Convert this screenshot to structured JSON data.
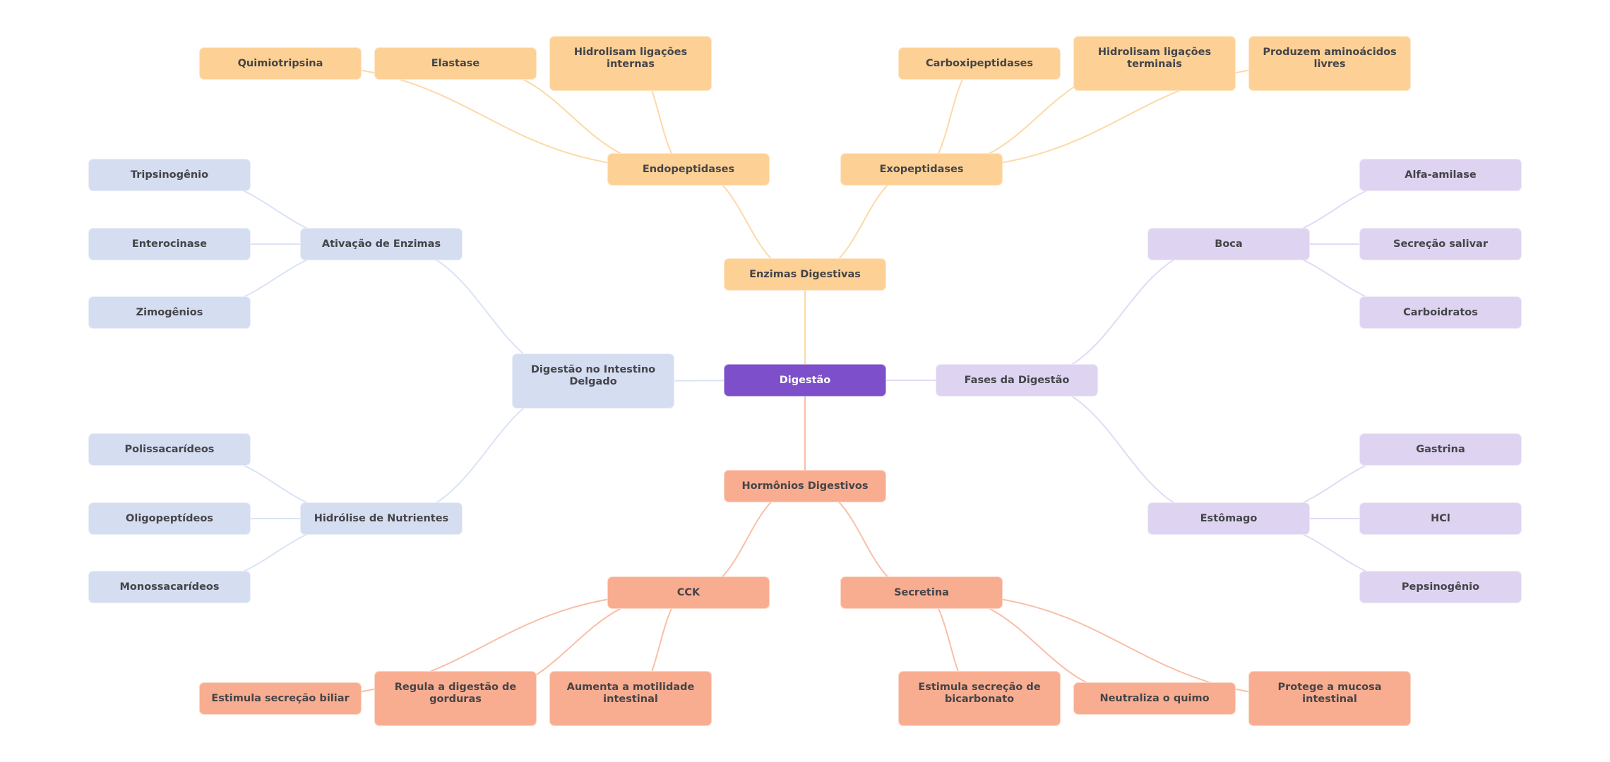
{
  "colors": {
    "root": "#7e4fcb",
    "enzimas": "#fdd196",
    "enzimas_edge": "#fdd9a8",
    "hormonios": "#f9ad90",
    "hormonios_edge": "#f9bfa6",
    "intestino": "#d5ddf1",
    "intestino_edge": "#dbe3f6",
    "fases": "#ded4f1",
    "fases_edge": "#e2daf5",
    "text": "#444448"
  },
  "nodes": {
    "root": "Digestão",
    "enzimas": "Enzimas Digestivas",
    "endopeptidases": "Endopeptidases",
    "exopeptidases": "Exopeptidases",
    "quimiotripsina": "Quimiotripsina",
    "elastase": "Elastase",
    "hidrolisam_internas": "Hidrolisam ligações internas",
    "carboxipeptidases": "Carboxipeptidases",
    "hidrolisam_terminais": "Hidrolisam ligações terminais",
    "produzem_aminoacidos": "Produzem aminoácidos livres",
    "hormonios": "Hormônios Digestivos",
    "cck": "CCK",
    "secretina": "Secretina",
    "estimula_biliar": "Estimula secreção biliar",
    "regula_gorduras": "Regula a digestão de gorduras",
    "aumenta_motilidade": "Aumenta a motilidade intestinal",
    "estimula_bicarbonato": "Estimula secreção de bicarbonato",
    "neutraliza_quimo": "Neutraliza o quimo",
    "protege_mucosa": "Protege a mucosa intestinal",
    "intestino": "Digestão no Intestino Delgado",
    "ativacao": "Ativação de Enzimas",
    "tripsinogenio": "Tripsinogênio",
    "enterocinase": "Enterocinase",
    "zimogenios": "Zimogênios",
    "hidrolise": "Hidrólise de Nutrientes",
    "polissacarideos": "Polissacarídeos",
    "oligopeptideos": "Oligopeptídeos",
    "monossacarideos": "Monossacarídeos",
    "fases": "Fases da Digestão",
    "boca": "Boca",
    "alfa_amilase": "Alfa-amilase",
    "secrecao_salivar": "Secreção salivar",
    "carboidratos": "Carboidratos",
    "estomago": "Estômago",
    "gastrina": "Gastrina",
    "hcl": "HCl",
    "pepsinogenio": "Pepsinogênio"
  },
  "edges": [
    {
      "from": "root",
      "to": "enzimas",
      "branch": "enzimas"
    },
    {
      "from": "enzimas",
      "to": "endopeptidases",
      "branch": "enzimas"
    },
    {
      "from": "enzimas",
      "to": "exopeptidases",
      "branch": "enzimas"
    },
    {
      "from": "endopeptidases",
      "to": "quimiotripsina",
      "branch": "enzimas"
    },
    {
      "from": "endopeptidases",
      "to": "elastase",
      "branch": "enzimas"
    },
    {
      "from": "endopeptidases",
      "to": "hidrolisam_internas",
      "branch": "enzimas"
    },
    {
      "from": "exopeptidases",
      "to": "carboxipeptidases",
      "branch": "enzimas"
    },
    {
      "from": "exopeptidases",
      "to": "hidrolisam_terminais",
      "branch": "enzimas"
    },
    {
      "from": "exopeptidases",
      "to": "produzem_aminoacidos",
      "branch": "enzimas"
    },
    {
      "from": "root",
      "to": "hormonios",
      "branch": "hormonios"
    },
    {
      "from": "hormonios",
      "to": "cck",
      "branch": "hormonios"
    },
    {
      "from": "hormonios",
      "to": "secretina",
      "branch": "hormonios"
    },
    {
      "from": "cck",
      "to": "estimula_biliar",
      "branch": "hormonios"
    },
    {
      "from": "cck",
      "to": "regula_gorduras",
      "branch": "hormonios"
    },
    {
      "from": "cck",
      "to": "aumenta_motilidade",
      "branch": "hormonios"
    },
    {
      "from": "secretina",
      "to": "estimula_bicarbonato",
      "branch": "hormonios"
    },
    {
      "from": "secretina",
      "to": "neutraliza_quimo",
      "branch": "hormonios"
    },
    {
      "from": "secretina",
      "to": "protege_mucosa",
      "branch": "hormonios"
    },
    {
      "from": "root",
      "to": "intestino",
      "branch": "intestino"
    },
    {
      "from": "intestino",
      "to": "ativacao",
      "branch": "intestino"
    },
    {
      "from": "intestino",
      "to": "hidrolise",
      "branch": "intestino"
    },
    {
      "from": "ativacao",
      "to": "tripsinogenio",
      "branch": "intestino"
    },
    {
      "from": "ativacao",
      "to": "enterocinase",
      "branch": "intestino"
    },
    {
      "from": "ativacao",
      "to": "zimogenios",
      "branch": "intestino"
    },
    {
      "from": "hidrolise",
      "to": "polissacarideos",
      "branch": "intestino"
    },
    {
      "from": "hidrolise",
      "to": "oligopeptideos",
      "branch": "intestino"
    },
    {
      "from": "hidrolise",
      "to": "monossacarideos",
      "branch": "intestino"
    },
    {
      "from": "root",
      "to": "fases",
      "branch": "fases"
    },
    {
      "from": "fases",
      "to": "boca",
      "branch": "fases"
    },
    {
      "from": "fases",
      "to": "estomago",
      "branch": "fases"
    },
    {
      "from": "boca",
      "to": "alfa_amilase",
      "branch": "fases"
    },
    {
      "from": "boca",
      "to": "secrecao_salivar",
      "branch": "fases"
    },
    {
      "from": "boca",
      "to": "carboidratos",
      "branch": "fases"
    },
    {
      "from": "estomago",
      "to": "gastrina",
      "branch": "fases"
    },
    {
      "from": "estomago",
      "to": "hcl",
      "branch": "fases"
    },
    {
      "from": "estomago",
      "to": "pepsinogenio",
      "branch": "fases"
    }
  ]
}
